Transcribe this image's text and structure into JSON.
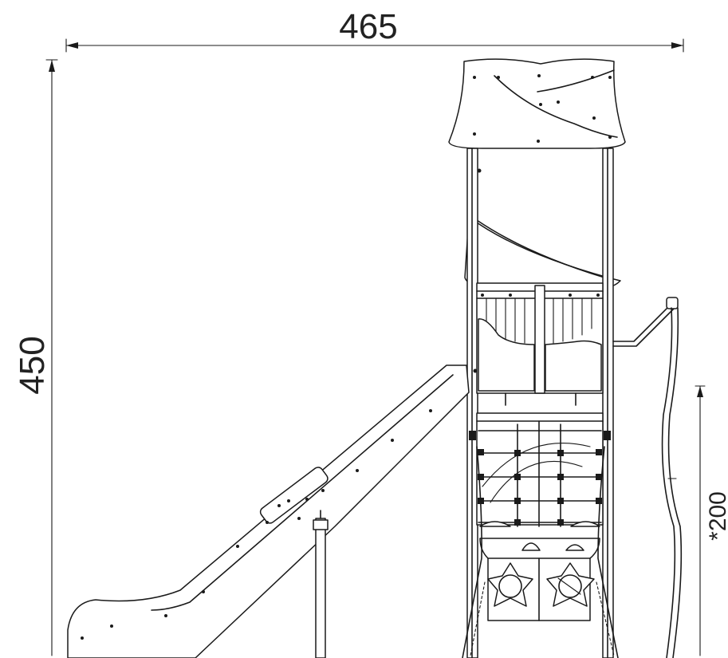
{
  "dimensions": {
    "width_label": "465",
    "height_label": "450",
    "platform_height_label": "*200"
  },
  "colors": {
    "line": "#1a1a1a",
    "background": "#ffffff",
    "dimension_text": "#222222"
  }
}
